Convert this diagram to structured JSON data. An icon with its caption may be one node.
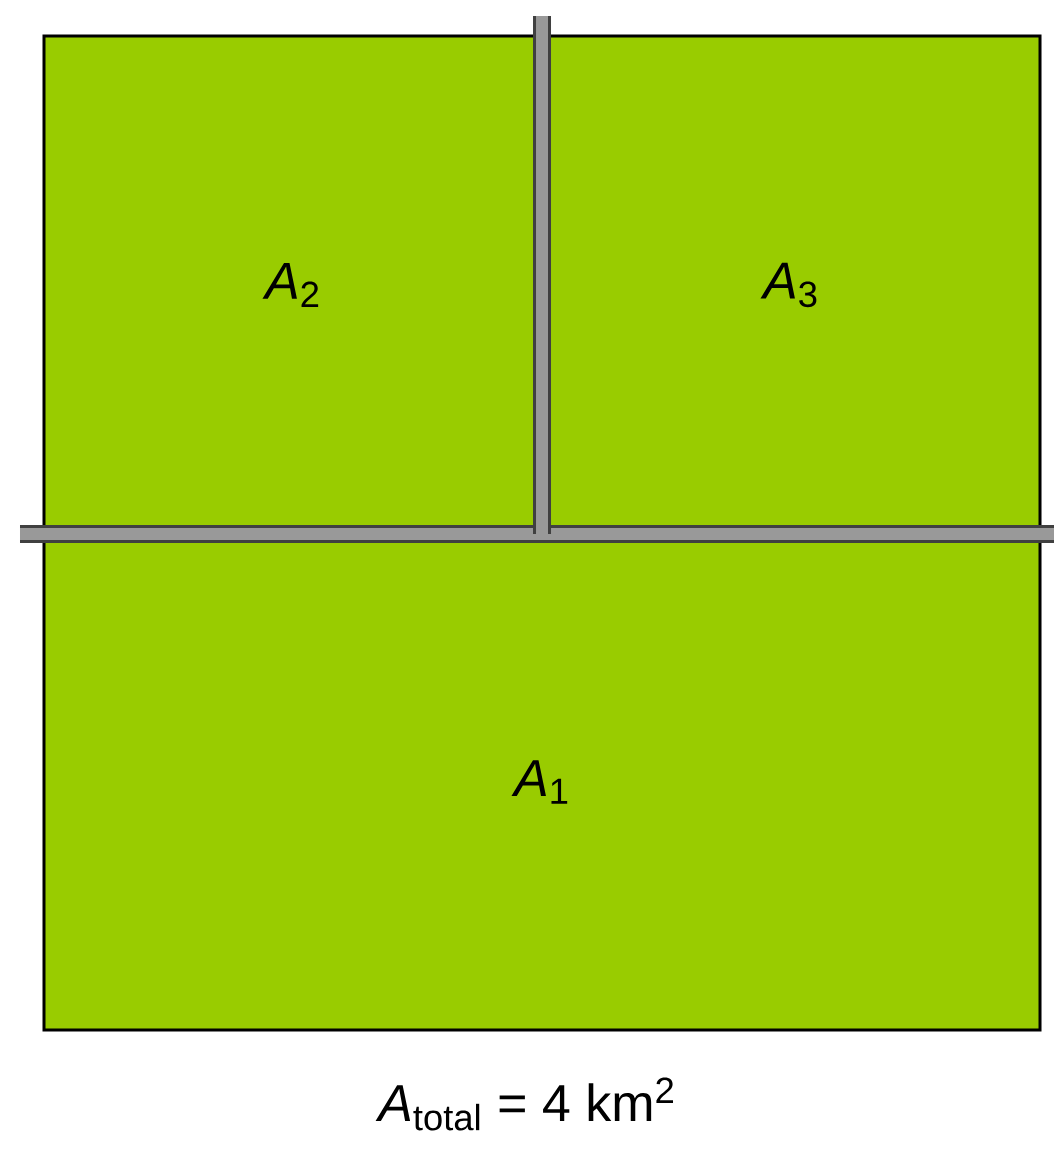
{
  "diagram": {
    "nodes": [
      {
        "text": [
          "*A*$_{2}$"
        ]
      },
      {
        "text": [
          "*A*$_{3}$"
        ]
      },
      {
        "text": [
          "*A*$_{1}$"
        ]
      }
    ],
    "labels": [
      "*A*$_{total}$ = 4 km$^{2}$"
    ]
  }
}
